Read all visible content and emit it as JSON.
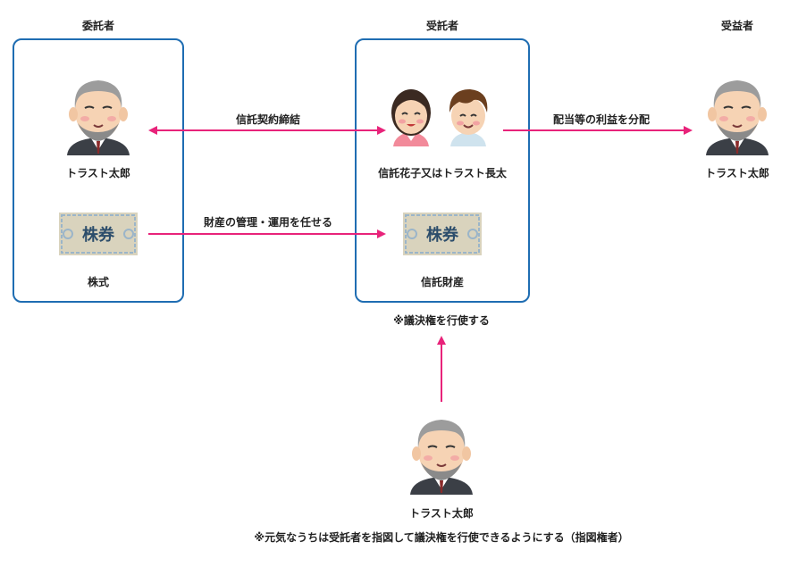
{
  "roles": {
    "settlor": "委託者",
    "trustee": "受託者",
    "beneficiary": "受益者"
  },
  "people": {
    "settlor_name": "トラスト太郎",
    "trustee_names": "信託花子又はトラスト長太",
    "beneficiary_name": "トラスト太郎",
    "director_name": "トラスト太郎"
  },
  "assets": {
    "settlor_asset": "株式",
    "trust_asset": "信託財産",
    "stock_text": "株券"
  },
  "arrows": {
    "contract": "信託契約締結",
    "entrust": "財産の管理・運用を任せる",
    "profit": "配当等の利益を分配"
  },
  "notes": {
    "voting": "※議決権を行使する",
    "instruction": "※元気なうちは受託者を指図して議決権を行使できるようにする（指図権者）"
  },
  "colors": {
    "box_border": "#1f6db2",
    "arrow": "#e8237a"
  },
  "icons": [
    "elderly-man-icon",
    "woman-icon",
    "young-man-icon",
    "stock-certificate-icon"
  ]
}
